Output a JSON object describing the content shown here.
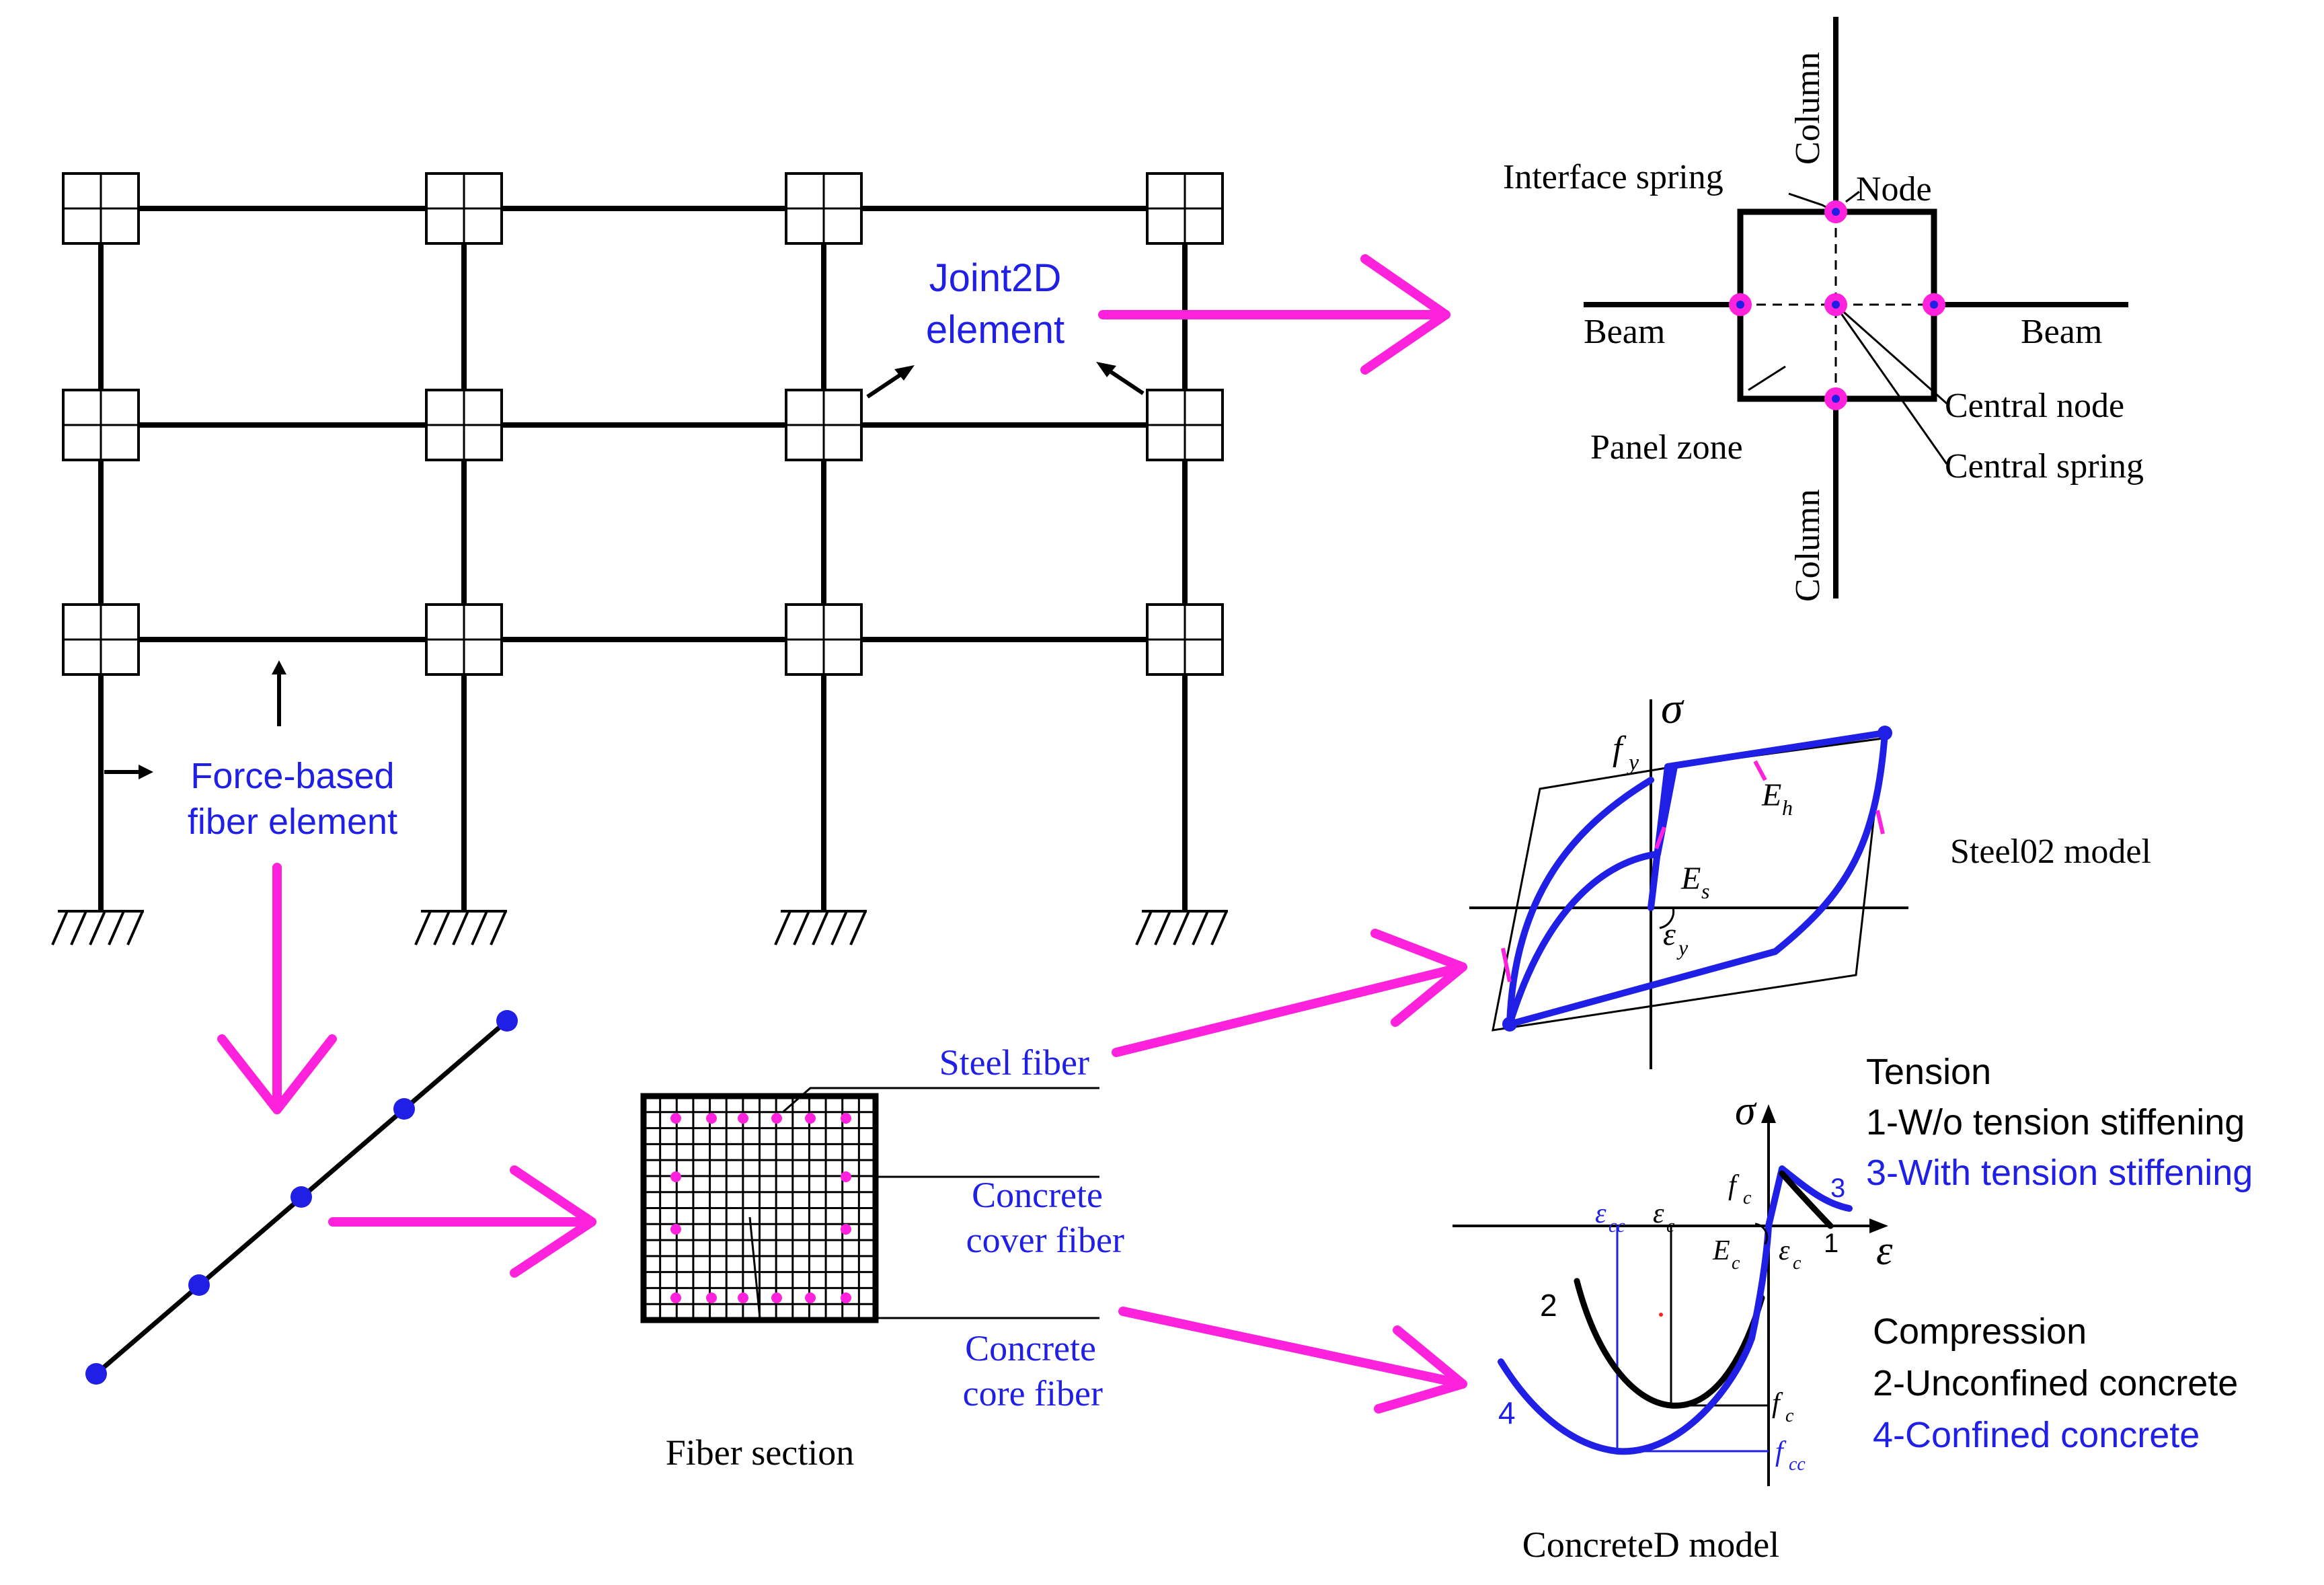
{
  "frame": {
    "joint_label_line1": "Joint2D",
    "joint_label_line2": "element",
    "fiber_label_line1": "Force-based",
    "fiber_label_line2": "fiber element"
  },
  "joint_detail": {
    "column_top": "Column",
    "column_bottom": "Column",
    "interface_spring": "Interface spring",
    "node": "Node",
    "beam_left": "Beam",
    "beam_right": "Beam",
    "central_node": "Central node",
    "panel_zone": "Panel zone",
    "central_spring": "Central spring"
  },
  "fiber_section": {
    "steel_fiber": "Steel  fiber",
    "concrete_cover_line1": "Concrete",
    "concrete_cover_line2": "cover  fiber",
    "concrete_core_line1": "Concrete",
    "concrete_core_line2": "core fiber",
    "caption": "Fiber section"
  },
  "steel_model": {
    "sigma": "σ",
    "fy": "f",
    "fy_sub": "y",
    "Eh": "E",
    "Eh_sub": "h",
    "Es": "E",
    "Es_sub": "s",
    "ey": "ε",
    "ey_sub": "y",
    "caption": "Steel02 model"
  },
  "concrete_model": {
    "sigma": "σ",
    "epsilon": "ε",
    "ecc": "ε",
    "ecc_sub": "cc",
    "ec": "ε",
    "ec_sub": "c",
    "fc_plus": "f",
    "fc_plus_sub": "c",
    "Ec": "E",
    "Ec_sub": "c",
    "ec_plus": "ε",
    "ec_plus_sub": "c",
    "fc": "f",
    "fc_sub": "c",
    "fcc": "f",
    "fcc_sub": "cc",
    "curve1": "1",
    "curve2": "2",
    "curve3": "3",
    "curve4": "4",
    "caption": "ConcreteD model"
  },
  "legend": {
    "tension": "Tension",
    "t1": "1-W/o tension stiffening",
    "t3": "3-With tension stiffening",
    "compression": "Compression",
    "c2": "2-Unconfined concrete",
    "c4": "4-Confined concrete"
  },
  "colors": {
    "accent_pink": "#ff22dd",
    "accent_blue": "#1f1fe6"
  }
}
